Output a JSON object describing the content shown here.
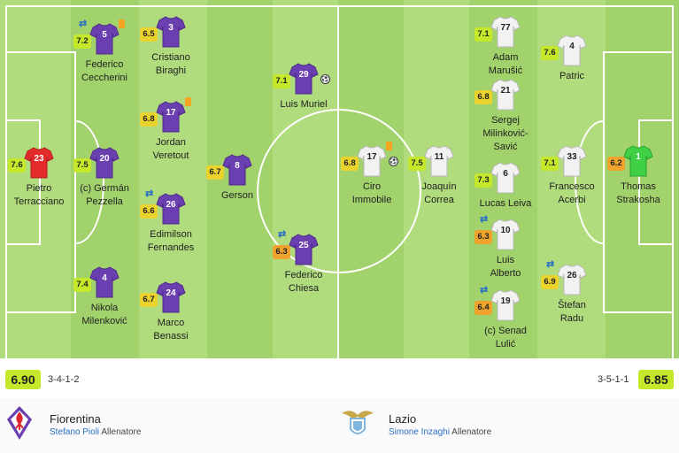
{
  "home": {
    "name": "Fiorentina",
    "coach_name": "Stefano Pioli",
    "coach_role": "Allenatore",
    "formation": "3-4-1-2",
    "avg_rating": "6.90",
    "kit_color": "#6a3fb0"
  },
  "away": {
    "name": "Lazio",
    "coach_name": "Simone Inzaghi",
    "coach_role": "Allenatore",
    "formation": "3-5-1-1",
    "avg_rating": "6.85",
    "kit_color": "#f2f2f2"
  },
  "rating_colors": {
    "high": "#c6e82a",
    "mid": "#ebd32e",
    "low": "#f0a32c"
  },
  "players": [
    {
      "team": "home",
      "num": "23",
      "name": "Pietro\nTerracciano",
      "rating": "7.6",
      "tier": "high",
      "kit": "gk_home"
    },
    {
      "team": "home",
      "num": "5",
      "name": "Federico\nCeccherini",
      "rating": "7.2",
      "tier": "high",
      "sub": true,
      "card": true
    },
    {
      "team": "home",
      "num": "20",
      "name": "(c) Germán\nPezzella",
      "rating": "7.5",
      "tier": "high"
    },
    {
      "team": "home",
      "num": "4",
      "name": "Nikola\nMilenković",
      "rating": "7.4",
      "tier": "high"
    },
    {
      "team": "home",
      "num": "3",
      "name": "Cristiano\nBiraghi",
      "rating": "6.5",
      "tier": "mid"
    },
    {
      "team": "home",
      "num": "17",
      "name": "Jordan\nVeretout",
      "rating": "6.8",
      "tier": "mid",
      "card": true
    },
    {
      "team": "home",
      "num": "26",
      "name": "Edimilson\nFernandes",
      "rating": "6.6",
      "tier": "mid",
      "sub": true
    },
    {
      "team": "home",
      "num": "24",
      "name": "Marco\nBenassi",
      "rating": "6.7",
      "tier": "mid"
    },
    {
      "team": "home",
      "num": "8",
      "name": "Gerson",
      "rating": "6.7",
      "tier": "mid"
    },
    {
      "team": "home",
      "num": "29",
      "name": "Luis Muriel",
      "rating": "7.1",
      "tier": "high",
      "goal": true
    },
    {
      "team": "home",
      "num": "25",
      "name": "Federico\nChiesa",
      "rating": "6.3",
      "tier": "low",
      "sub": true
    },
    {
      "team": "away",
      "num": "17",
      "name": "Ciro\nImmobile",
      "rating": "6.8",
      "tier": "mid",
      "card": true,
      "goal": true
    },
    {
      "team": "away",
      "num": "11",
      "name": "Joaquín\nCorrea",
      "rating": "7.5",
      "tier": "high"
    },
    {
      "team": "away",
      "num": "77",
      "name": "Adam\nMarušić",
      "rating": "7.1",
      "tier": "high"
    },
    {
      "team": "away",
      "num": "21",
      "name": "Sergej\nMilinković-\nSavić",
      "rating": "6.8",
      "tier": "mid"
    },
    {
      "team": "away",
      "num": "6",
      "name": "Lucas Leiva",
      "rating": "7.3",
      "tier": "high"
    },
    {
      "team": "away",
      "num": "10",
      "name": "Luis\nAlberto",
      "rating": "6.3",
      "tier": "low",
      "sub": true
    },
    {
      "team": "away",
      "num": "19",
      "name": "(c) Senad\nLulić",
      "rating": "6.4",
      "tier": "low",
      "sub": true
    },
    {
      "team": "away",
      "num": "4",
      "name": "Patric",
      "rating": "7.6",
      "tier": "high"
    },
    {
      "team": "away",
      "num": "33",
      "name": "Francesco\nAcerbi",
      "rating": "7.1",
      "tier": "high"
    },
    {
      "team": "away",
      "num": "26",
      "name": "Štefan\nRadu",
      "rating": "6.9",
      "tier": "mid",
      "sub": true
    },
    {
      "team": "away",
      "num": "1",
      "name": "Thomas\nStrakosha",
      "rating": "6.2",
      "tier": "low",
      "kit": "gk_away"
    }
  ]
}
